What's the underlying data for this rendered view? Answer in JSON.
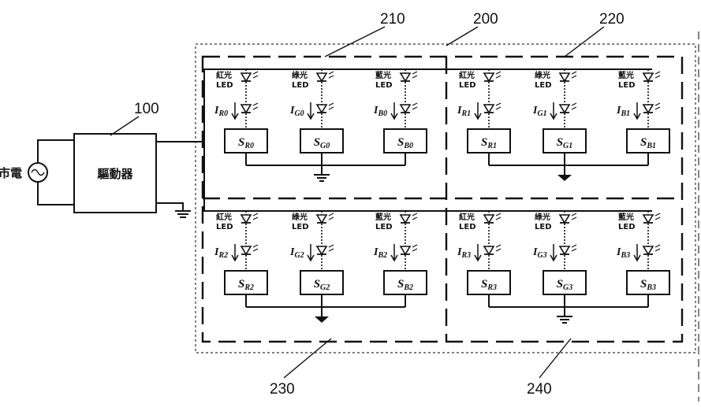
{
  "ref_labels": {
    "driver": "100",
    "module": "200",
    "group_tl": "210",
    "group_tr": "220",
    "group_bl": "230",
    "group_br": "240"
  },
  "mains_label": "市電",
  "driver_label": "驅動器",
  "led_labels": {
    "red": "紅光",
    "green": "綠光",
    "blue": "藍光",
    "led": "LED"
  },
  "groups": [
    {
      "name": "group-210",
      "currents": [
        "I",
        "I",
        "I"
      ],
      "current_subs": [
        "R0",
        "G0",
        "B0"
      ],
      "switch_subs": [
        "R0",
        "G0",
        "B0"
      ]
    },
    {
      "name": "group-220",
      "currents": [
        "I",
        "I",
        "I"
      ],
      "current_subs": [
        "R1",
        "G1",
        "B1"
      ],
      "switch_subs": [
        "R1",
        "G1",
        "B1"
      ]
    },
    {
      "name": "group-230",
      "currents": [
        "I",
        "I",
        "I"
      ],
      "current_subs": [
        "R2",
        "G2",
        "B2"
      ],
      "switch_subs": [
        "R2",
        "G2",
        "B2"
      ]
    },
    {
      "name": "group-240",
      "currents": [
        "I",
        "I",
        "I"
      ],
      "current_subs": [
        "R3",
        "G3",
        "B3"
      ],
      "switch_subs": [
        "R3",
        "G3",
        "B3"
      ]
    }
  ],
  "switch_letter": "S"
}
